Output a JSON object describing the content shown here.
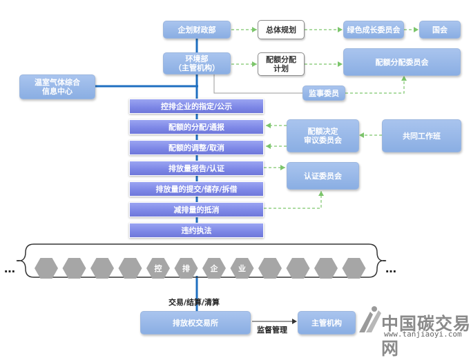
{
  "nodes": {
    "planning_finance": "企划财政部",
    "environment_ministry": "环境部\n（主管机构）",
    "ghg_center": "温室气体综合\n信息中心",
    "master_plan": "总体规划",
    "allocation_plan": "配额分配\n计划",
    "green_growth": "绿色成长委员会",
    "national_assembly": "国会",
    "allocation_committee": "配额分配委员会",
    "supervisory_committee": "监事委员",
    "quota_review": "配额决定\n审议委员会",
    "joint_working_group": "共同工作班",
    "certification_committee": "认证委员会",
    "exchange": "排放权交易所",
    "authority": "主管机构"
  },
  "process_steps": [
    "控排企业的指定/公示",
    "配额的分配/通报",
    "配额的调整/取消",
    "排放量报告/认证",
    "排放量的提交/储存/拆借",
    "减排量的抵消",
    "违约执法"
  ],
  "hexagon_labels": [
    "",
    "",
    "",
    "",
    "控",
    "排",
    "企",
    "业",
    "",
    "",
    "",
    ""
  ],
  "ellipsis": "…",
  "labels": {
    "trade_settle": "交易/结算/清算",
    "supervision": "监督管理"
  },
  "watermark": {
    "brand": "中国碳交易网",
    "url": "www.tanjiaoyi.com"
  },
  "colors": {
    "box_blue": "#93b4e6",
    "bar_purple": "#7c86e6",
    "hexagon_gray": "#a6a6a6",
    "solid_line": "#1f6fc0",
    "dashed_line": "#7cc56b"
  }
}
